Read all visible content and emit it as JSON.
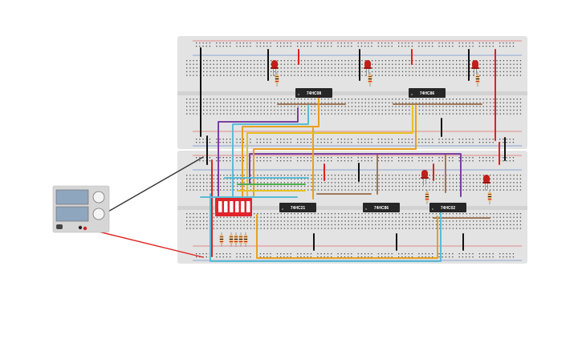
{
  "colors": {
    "background": "#ffffff",
    "breadboard": "#e3e3e3",
    "breadboard_hole": "#4d4d4d",
    "rail_red": "#e03030",
    "rail_blue": "#3a66c8",
    "chip_body": "#262626",
    "led_red": "#c0201a",
    "resistor_body": "#e7b97a",
    "dip_switch": "#e0242a",
    "psu_body": "#d6d6d6",
    "psu_screen": "#8fa6bf"
  },
  "chips": [
    {
      "id": "u1",
      "label": "74HC08"
    },
    {
      "id": "u2",
      "label": "74HC86"
    },
    {
      "id": "u3",
      "label": "74HC21"
    },
    {
      "id": "u4",
      "label": "74HC86"
    },
    {
      "id": "u5",
      "label": "74HC02"
    }
  ],
  "leds": [
    "led-1",
    "led-2",
    "led-3",
    "led-4",
    "led-5"
  ],
  "dip_switch": {
    "positions": 6
  },
  "power_supply": {
    "terminals": [
      "negative-terminal",
      "positive-terminal"
    ]
  },
  "wire_colors": [
    "#7b3fa0",
    "#e8a020",
    "#e8c020",
    "#5bbcd6",
    "#a0785a",
    "#111111",
    "#e02020",
    "#50b050"
  ]
}
